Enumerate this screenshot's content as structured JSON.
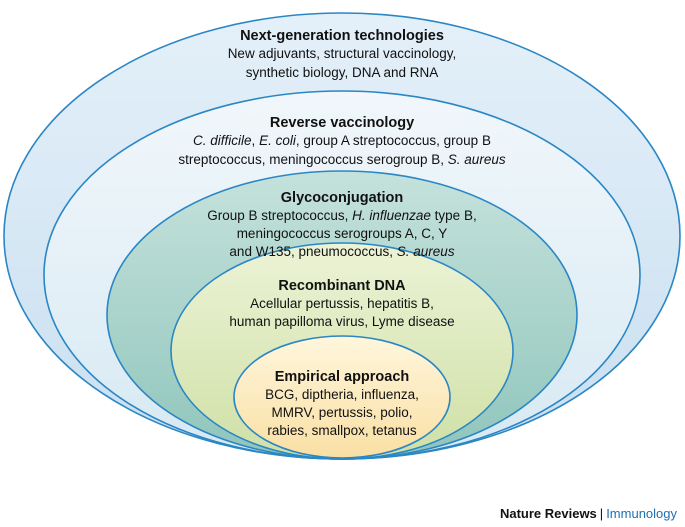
{
  "colors": {
    "ring_outline": "#2a86c4",
    "text": "#111111",
    "journal_accent": "#1f6fb0"
  },
  "rings": [
    {
      "id": "next-generation",
      "title": "Next-generation technologies",
      "fill_top": "#e4f0f9",
      "fill_bottom": "#c9dff0",
      "lines": [
        [
          {
            "t": "New adjuvants, structural vaccinology,"
          }
        ],
        [
          {
            "t": "synthetic biology, DNA and RNA"
          }
        ]
      ]
    },
    {
      "id": "reverse-vaccinology",
      "title": "Reverse vaccinology",
      "fill_top": "#f1f7fb",
      "fill_bottom": "#d7e9f3",
      "lines": [
        [
          {
            "t": "C. difficile",
            "i": true
          },
          {
            "t": ", "
          },
          {
            "t": "E. coli",
            "i": true
          },
          {
            "t": ", group A streptococcus, group B"
          }
        ],
        [
          {
            "t": "streptococcus, meningococcus serogroup B, "
          },
          {
            "t": "S. aureus",
            "i": true
          }
        ]
      ]
    },
    {
      "id": "glycoconjugation",
      "title": "Glycoconjugation",
      "fill_top": "#c5e2dc",
      "fill_bottom": "#8fc5bb",
      "lines": [
        [
          {
            "t": "Group B streptococcus, "
          },
          {
            "t": "H. influenzae",
            "i": true
          },
          {
            "t": " type B,"
          }
        ],
        [
          {
            "t": "meningococcus serogroups A, C, Y"
          }
        ],
        [
          {
            "t": "and W135, pneumococcus, "
          },
          {
            "t": "S. aureus",
            "i": true
          }
        ]
      ]
    },
    {
      "id": "recombinant-dna",
      "title": "Recombinant DNA",
      "fill_top": "#ecf3d6",
      "fill_bottom": "#cfe0a6",
      "lines": [
        [
          {
            "t": "Acellular pertussis, hepatitis B,"
          }
        ],
        [
          {
            "t": "human papilloma virus, Lyme disease"
          }
        ]
      ]
    },
    {
      "id": "empirical-approach",
      "title": "Empirical approach",
      "fill_top": "#fff6dc",
      "fill_bottom": "#f9dfa4",
      "lines": [
        [
          {
            "t": "BCG, diptheria, influenza,"
          }
        ],
        [
          {
            "t": "MMRV,  pertussis, polio,"
          }
        ],
        [
          {
            "t": "rabies, smallpox, tetanus"
          }
        ]
      ]
    }
  ],
  "credit": {
    "publisher": "Nature Reviews",
    "separator": "|",
    "journal": "Immunology"
  }
}
